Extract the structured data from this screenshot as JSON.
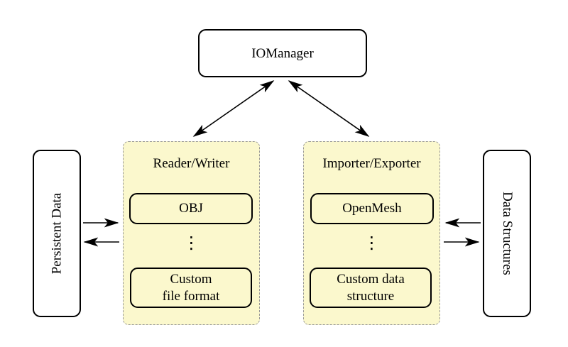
{
  "diagram": {
    "iomanager_label": "IOManager",
    "persistent_data_label": "Persistent Data",
    "data_structures_label": "Data Structures",
    "reader_writer": {
      "title": "Reader/Writer",
      "top_item": "OBJ",
      "dots": "⋮",
      "bottom_item_line1": "Custom",
      "bottom_item_line2": "file format"
    },
    "importer_exporter": {
      "title": "Importer/Exporter",
      "top_item": "OpenMesh",
      "dots": "⋮",
      "bottom_item_line1": "Custom data",
      "bottom_item_line2": "structure"
    },
    "colors": {
      "background": "#FFFFFF",
      "panel_fill": "#FBF8CD",
      "panel_border": "#999999",
      "node_border": "#000000",
      "node_fill": "#FFFFFF",
      "arrow": "#000000",
      "text": "#000000"
    }
  }
}
